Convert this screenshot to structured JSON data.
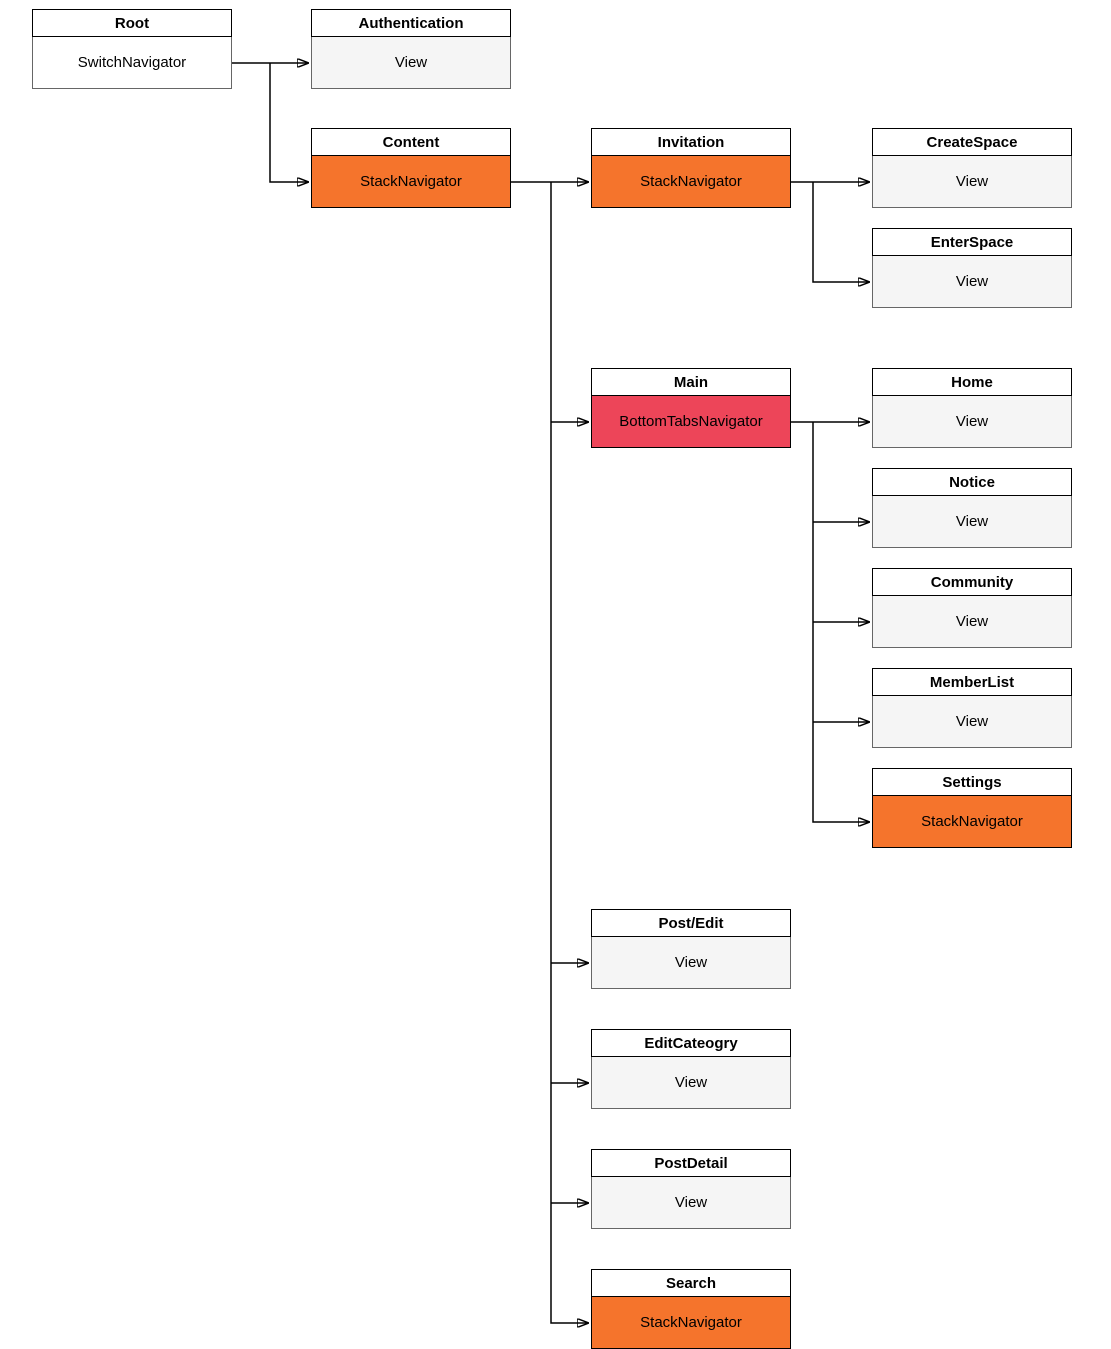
{
  "colors": {
    "canvas_background": "#FFFFFF",
    "header_fill": "#FFFFFF",
    "view_fill": "#F5F5F5",
    "stack_navigator_orange": "#F5742C",
    "bottom_tabs_red": "#ED4559",
    "view_stroke": "#666666",
    "dark_stroke": "#000000",
    "line_color": "#000000"
  },
  "nodes": {
    "root": {
      "title": "Root",
      "body": "SwitchNavigator",
      "fill": "#FFFFFF",
      "stroke": "#666666"
    },
    "authentication": {
      "title": "Authentication",
      "body": "View",
      "fill": "#F5F5F5",
      "stroke": "#666666"
    },
    "content": {
      "title": "Content",
      "body": "StackNavigator",
      "fill": "#F5742C",
      "stroke": "#000000"
    },
    "invitation": {
      "title": "Invitation",
      "body": "StackNavigator",
      "fill": "#F5742C",
      "stroke": "#000000"
    },
    "create_space": {
      "title": "CreateSpace",
      "body": "View",
      "fill": "#F5F5F5",
      "stroke": "#666666"
    },
    "enter_space": {
      "title": "EnterSpace",
      "body": "View",
      "fill": "#F5F5F5",
      "stroke": "#666666"
    },
    "main": {
      "title": "Main",
      "body": "BottomTabsNavigator",
      "fill": "#ED4559",
      "stroke": "#000000"
    },
    "home": {
      "title": "Home",
      "body": "View",
      "fill": "#F5F5F5",
      "stroke": "#666666"
    },
    "notice": {
      "title": "Notice",
      "body": "View",
      "fill": "#F5F5F5",
      "stroke": "#666666"
    },
    "community": {
      "title": "Community",
      "body": "View",
      "fill": "#F5F5F5",
      "stroke": "#666666"
    },
    "member_list": {
      "title": "MemberList",
      "body": "View",
      "fill": "#F5F5F5",
      "stroke": "#666666"
    },
    "settings": {
      "title": "Settings",
      "body": "StackNavigator",
      "fill": "#F5742C",
      "stroke": "#000000"
    },
    "post_edit": {
      "title": "Post/Edit",
      "body": "View",
      "fill": "#F5F5F5",
      "stroke": "#666666"
    },
    "edit_cateogry": {
      "title": "EditCateogry",
      "body": "View",
      "fill": "#F5F5F5",
      "stroke": "#666666"
    },
    "post_detail": {
      "title": "PostDetail",
      "body": "View",
      "fill": "#F5F5F5",
      "stroke": "#666666"
    },
    "search": {
      "title": "Search",
      "body": "StackNavigator",
      "fill": "#F5742C",
      "stroke": "#000000"
    }
  },
  "edges": [
    {
      "from": "root",
      "to": "authentication"
    },
    {
      "from": "root",
      "to": "content"
    },
    {
      "from": "content",
      "to": "invitation"
    },
    {
      "from": "content",
      "to": "main"
    },
    {
      "from": "content",
      "to": "post_edit"
    },
    {
      "from": "content",
      "to": "edit_cateogry"
    },
    {
      "from": "content",
      "to": "post_detail"
    },
    {
      "from": "content",
      "to": "search"
    },
    {
      "from": "invitation",
      "to": "create_space"
    },
    {
      "from": "invitation",
      "to": "enter_space"
    },
    {
      "from": "main",
      "to": "home"
    },
    {
      "from": "main",
      "to": "notice"
    },
    {
      "from": "main",
      "to": "community"
    },
    {
      "from": "main",
      "to": "member_list"
    },
    {
      "from": "main",
      "to": "settings"
    }
  ]
}
